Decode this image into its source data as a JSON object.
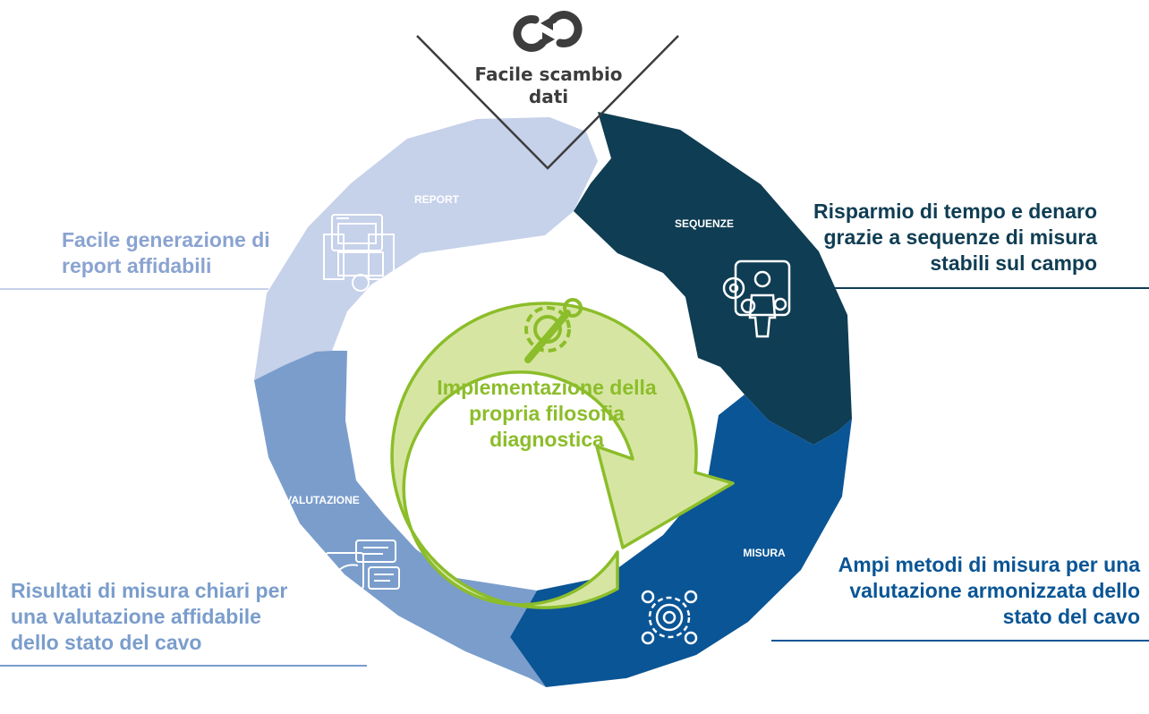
{
  "colors": {
    "report": "#c6d1ea",
    "sequenze": "#0f3d53",
    "misura": "#0a5595",
    "valutazione": "#7a9dcc",
    "ring_fill": "#d6e6a2",
    "ring_stroke": "#8cbd2a",
    "green_text": "#8cbd2a",
    "report_text": "#8aa3d1",
    "dark_text": "#0f3d53",
    "blue_text": "#0a5595",
    "val_text": "#7a9dcc"
  },
  "top": {
    "icon": "sync-icon",
    "line1": "Facile scambio",
    "line2": "dati"
  },
  "segments": {
    "report": {
      "label": "REPORT",
      "icon": "report-dashboard-icon"
    },
    "sequenze": {
      "label": "SEQUENZE",
      "icon": "person-gears-icon"
    },
    "misura": {
      "label": "MISURA",
      "icon": "gear-network-icon"
    },
    "valutazione": {
      "label": "VALUTAZIONE",
      "icon": "evaluation-chat-icon"
    }
  },
  "center": {
    "icon": "gear-wrench-icon",
    "line1": "Implementazione della",
    "line2": "propria filosofia",
    "line3": "diagnostica"
  },
  "captions": {
    "report": [
      "Facile generazione di",
      "report affidabili"
    ],
    "sequenze": [
      "Risparmio di tempo e denaro",
      "grazie a sequenze di misura",
      "stabili sul campo"
    ],
    "misura": [
      "Ampi metodi di misura per una",
      "valutazione armonizzata dello",
      "stato del cavo"
    ],
    "valutazione": [
      "Risultati di misura chiari per",
      "una valutazione affidabile",
      "dello stato del cavo"
    ]
  }
}
